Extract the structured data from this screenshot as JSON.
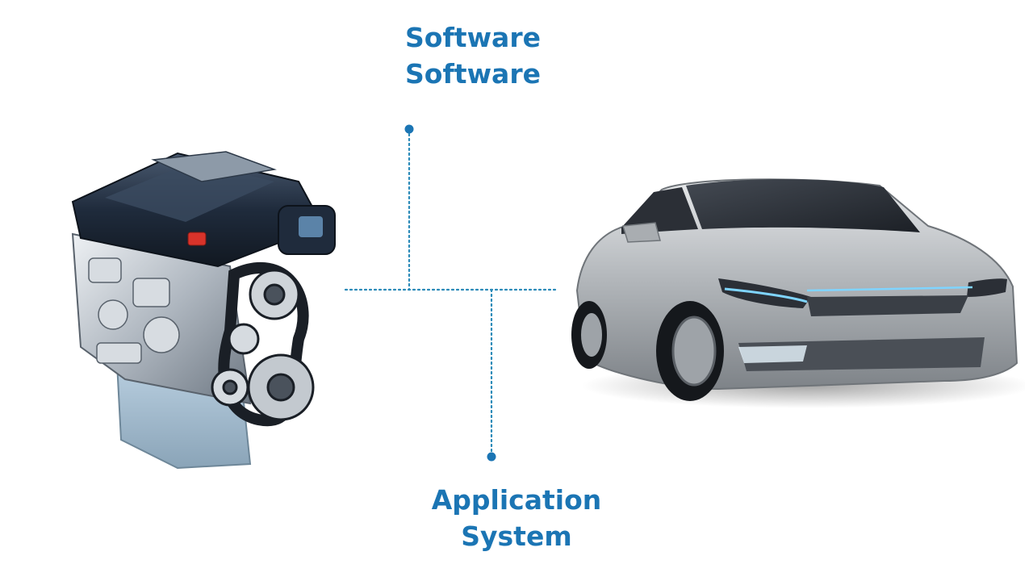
{
  "top_label": {
    "line1": "Software",
    "line2": "Software"
  },
  "bottom_label": {
    "line1": "Application",
    "line2": "System"
  },
  "colors": {
    "accent": "#1b75b4",
    "connector": "#2a8ab8",
    "engine_dark": "#1f2b3c",
    "engine_metal": "#c9ced4",
    "engine_highlight": "#d8332a",
    "car_body": "#b9bcc0",
    "car_glass": "#2b2f36",
    "car_light": "#7fd4ff"
  },
  "icons": {
    "left": "engine-icon",
    "right": "car-icon"
  }
}
